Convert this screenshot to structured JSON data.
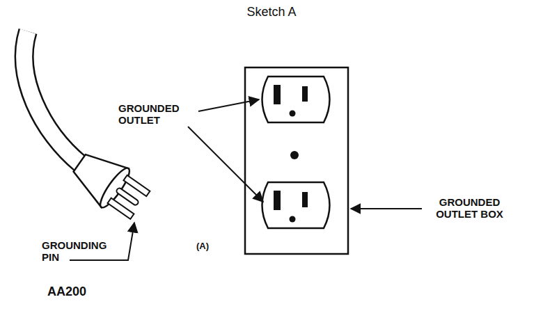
{
  "diagram": {
    "title": "Sketch A",
    "labels": [
      "GROUNDED OUTLET",
      "GROUNDING PIN",
      "(A)",
      "GROUNDED OUTLET BOX",
      "AA200"
    ]
  }
}
